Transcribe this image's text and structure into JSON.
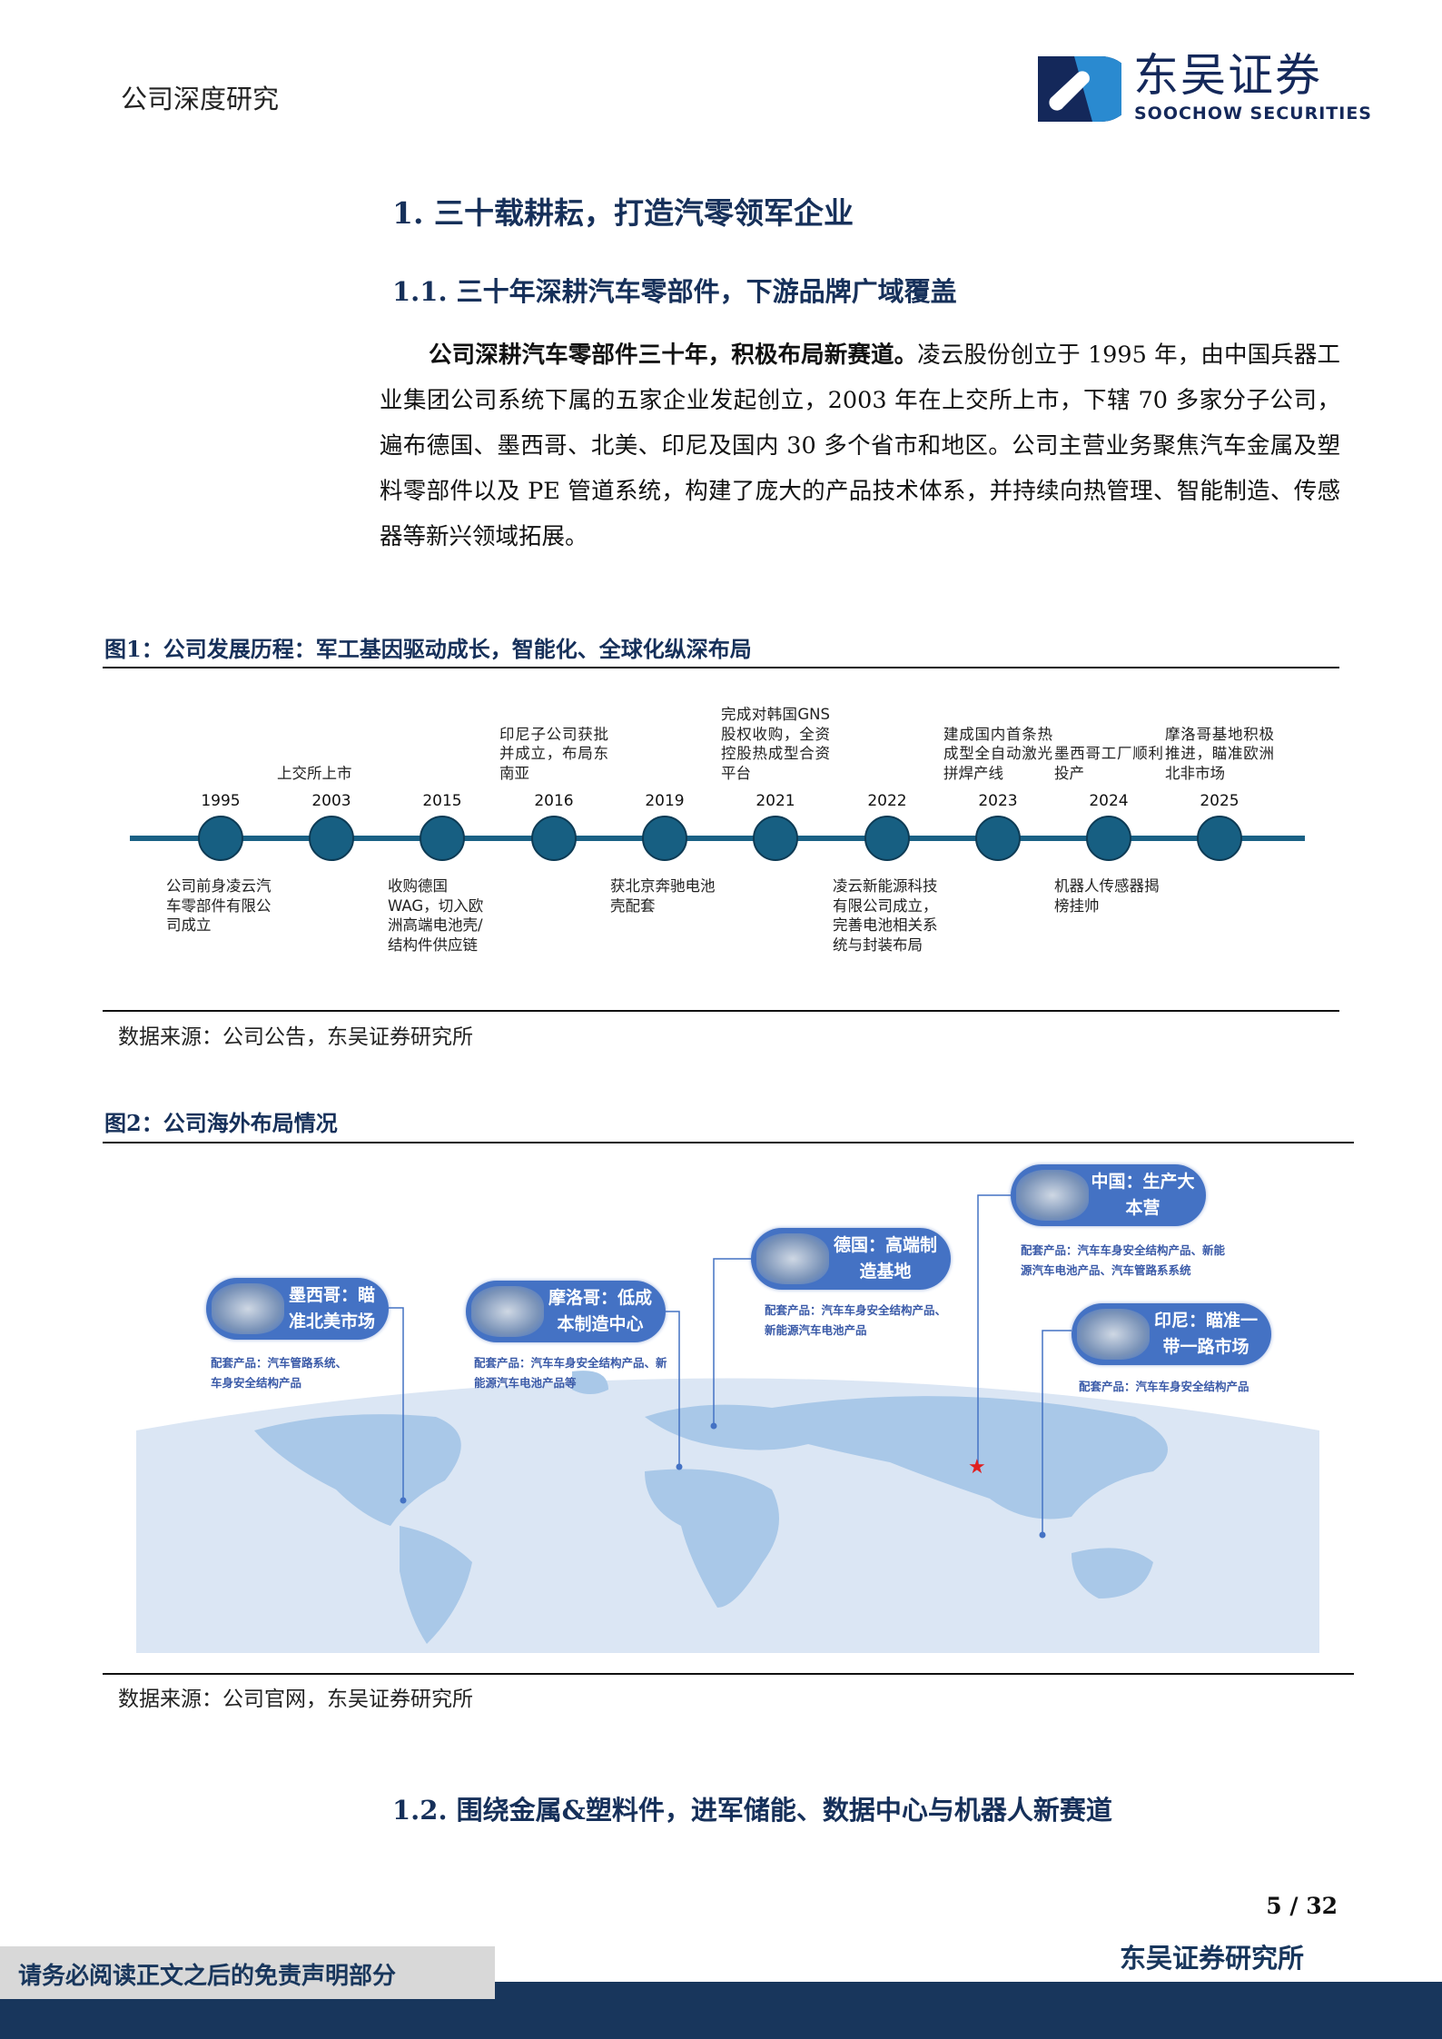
{
  "header": {
    "section": "公司深度研究",
    "logo_cn": "东吴证券",
    "logo_en": "SOOCHOW SECURITIES"
  },
  "h1": "1.  三十载耕耘，打造汽零领军企业",
  "h2a": "1.1.  三十年深耕汽车零部件，下游品牌广域覆盖",
  "para": {
    "bold": "公司深耕汽车零部件三十年，积极布局新赛道。",
    "text": "凌云股份创立于 1995 年，由中国兵器工业集团公司系统下属的五家企业发起创立，2003 年在上交所上市，下辖 70 多家分子公司，遍布德国、墨西哥、北美、印尼及国内 30 多个省市和地区。公司主营业务聚焦汽车金属及塑料零部件以及 PE 管道系统，构建了庞大的产品技术体系，并持续向热管理、智能制造、传感器等新兴领域拓展。"
  },
  "fig1": {
    "title": "图1：公司发展历程：军工基因驱动成长，智能化、全球化纵深布局",
    "source": "数据来源：公司公告，东吴证券研究所",
    "events": [
      {
        "year": "1995",
        "top": "",
        "bottom": "公司前身凌云汽车零部件有限公司成立"
      },
      {
        "year": "2003",
        "top": "上交所上市",
        "bottom": ""
      },
      {
        "year": "2015",
        "top": "",
        "bottom": "收购德国WAG，切入欧洲高端电池壳/结构件供应链"
      },
      {
        "year": "2016",
        "top": "印尼子公司获批并成立，布局东南亚",
        "bottom": ""
      },
      {
        "year": "2019",
        "top": "",
        "bottom": "获北京奔驰电池壳配套"
      },
      {
        "year": "2021",
        "top": "完成对韩国GNS股权收购，全资控股热成型合资平台",
        "bottom": ""
      },
      {
        "year": "2022",
        "top": "",
        "bottom": "凌云新能源科技有限公司成立，完善电池相关系统与封装布局"
      },
      {
        "year": "2023",
        "top": "建成国内首条热成型全自动激光拼焊产线",
        "bottom": ""
      },
      {
        "year": "2024",
        "top": "墨西哥工厂顺利投产",
        "bottom": "机器人传感器揭榜挂帅"
      },
      {
        "year": "2025",
        "top": "摩洛哥基地积极推进，瞄准欧洲北非市场",
        "bottom": ""
      }
    ]
  },
  "fig2": {
    "title": "图2：公司海外布局情况",
    "source": "数据来源：公司官网，东吴证券研究所",
    "sites": [
      {
        "label": "墨西哥：瞄准北美市场",
        "products": "配套产品：汽车管路系统、车身安全结构产品"
      },
      {
        "label": "摩洛哥：低成本制造中心",
        "products": "配套产品：汽车车身安全结构产品、新能源汽车电池产品等"
      },
      {
        "label": "德国：高端制造基地",
        "products": "配套产品：汽车车身安全结构产品、新能源汽车电池产品"
      },
      {
        "label": "中国：生产大本营",
        "products": "配套产品：汽车车身安全结构产品、新能源汽车电池产品、汽车管路系系统"
      },
      {
        "label": "印尼：瞄准一带一路市场",
        "products": "配套产品：汽车车身安全结构产品"
      }
    ],
    "colors": {
      "pill": "#4472c4",
      "land": "#a9c8e8",
      "ocean": "#dbe6f4",
      "hq_star": "#e02020"
    }
  },
  "h2b": "1.2.  围绕金属&塑料件，进军储能、数据中心与机器人新赛道",
  "footer": {
    "page": "5 / 32",
    "org": "东吴证券研究所",
    "disclaimer": "请务必阅读正文之后的免责声明部分"
  }
}
